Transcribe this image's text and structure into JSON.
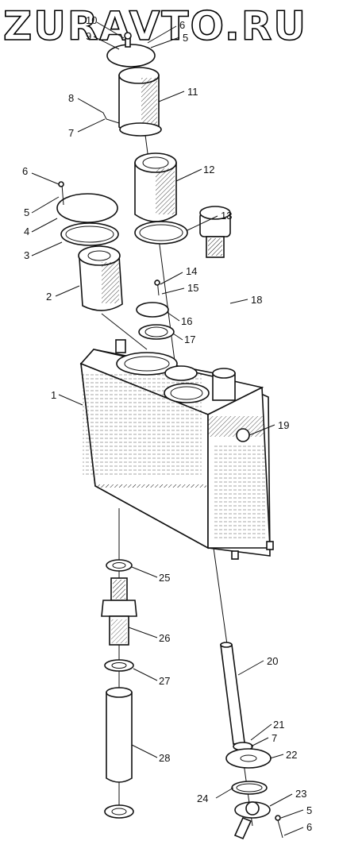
{
  "watermark": {
    "text": "ZURAVTO.RU"
  },
  "labels": {
    "l1": "1",
    "l2": "2",
    "l3": "3",
    "l4": "4",
    "l5a": "5",
    "l6a": "6",
    "l7a": "7",
    "l8": "8",
    "l9": "9",
    "l10": "10",
    "l6b": "6",
    "l5b": "5",
    "l11": "11",
    "l12": "12",
    "l13": "13",
    "l14": "14",
    "l15": "15",
    "l16": "16",
    "l17": "17",
    "l18": "18",
    "l19": "19",
    "l20": "20",
    "l21": "21",
    "l7b": "7",
    "l22": "22",
    "l23": "23",
    "l24": "24",
    "l5c": "5",
    "l6c": "6",
    "l25": "25",
    "l26": "26",
    "l27": "27",
    "l28": "28"
  },
  "colors": {
    "ink": "#111111",
    "paper": "#ffffff"
  }
}
